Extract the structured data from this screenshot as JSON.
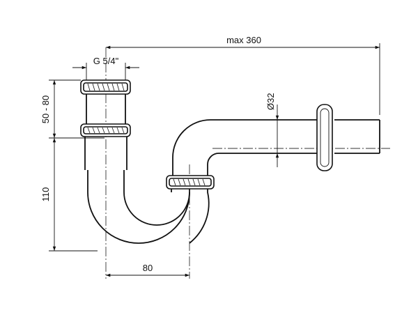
{
  "drawing": {
    "colors": {
      "line": "#111111",
      "background": "#ffffff"
    },
    "dimensions": {
      "overall_length": "max 360",
      "thread": "G 5/4\"",
      "pipe_diameter": "Ø32",
      "adjustable_height": "50 - 80",
      "trap_depth": "110",
      "trap_width": "80"
    }
  }
}
